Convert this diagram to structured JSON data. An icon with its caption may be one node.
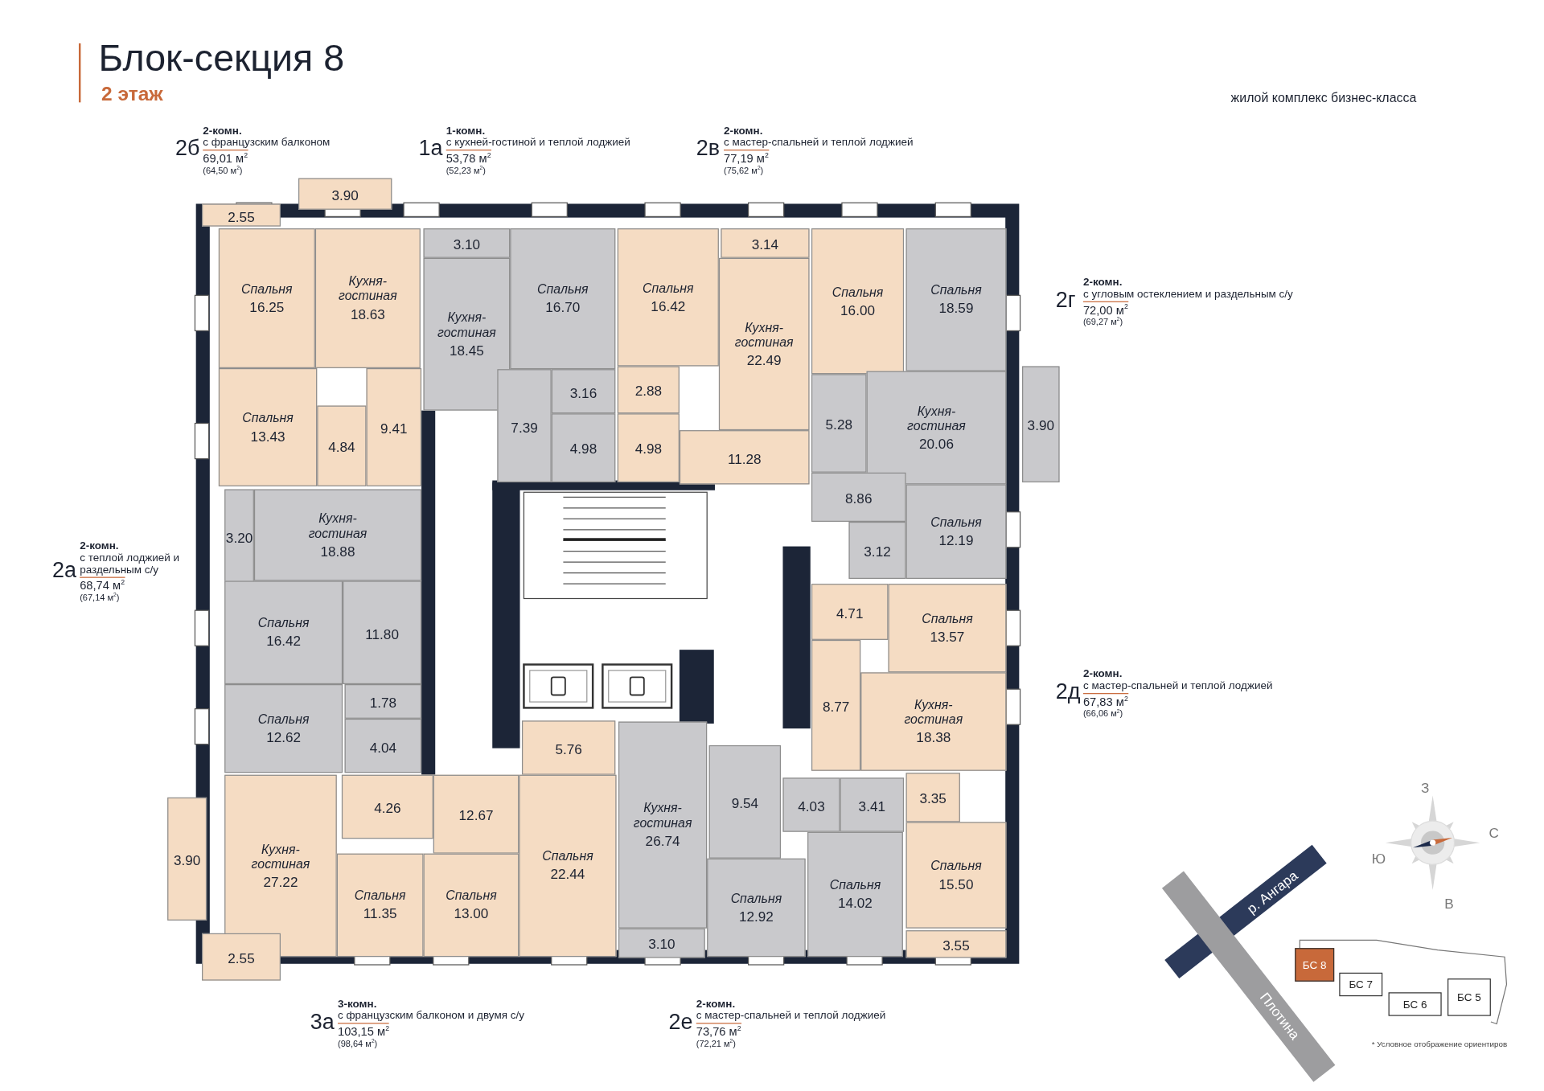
{
  "diagram": {
    "title": "Блок-секция 8",
    "nodes": [
      {
        "text": [
          "2.55"
        ]
      },
      {
        "text": [
          "3.90"
        ]
      },
      {
        "text": [
          "Спальня",
          "16.25"
        ]
      },
      {
        "text": [
          "Кухня-гостиная",
          "18.63"
        ]
      },
      {
        "text": [
          "Спальня",
          "13.43"
        ]
      },
      {
        "text": [
          "4.84"
        ]
      },
      {
        "text": [
          "9.41"
        ]
      },
      {
        "text": [
          "3.10"
        ]
      },
      {
        "text": [
          "Кухня-гостиная",
          "18.45"
        ]
      },
      {
        "text": [
          "Спальня",
          "16.70"
        ]
      },
      {
        "text": [
          "7.39"
        ]
      },
      {
        "text": [
          "3.16"
        ]
      },
      {
        "text": [
          "4.98"
        ]
      },
      {
        "text": [
          "Спальня",
          "16.42"
        ]
      },
      {
        "text": [
          "3.14"
        ]
      },
      {
        "text": [
          "Кухня-гостиная",
          "22.49"
        ]
      },
      {
        "text": [
          "2.88"
        ]
      },
      {
        "text": [
          "4.98"
        ]
      },
      {
        "text": [
          "11.28"
        ]
      },
      {
        "text": [
          "Спальня",
          "16.00"
        ]
      },
      {
        "text": [
          "Спальня",
          "18.59"
        ]
      },
      {
        "text": [
          "5.28"
        ]
      },
      {
        "text": [
          "Кухня-гостиная",
          "20.06"
        ]
      },
      {
        "text": [
          "3.90"
        ]
      },
      {
        "text": [
          "8.86"
        ]
      },
      {
        "text": [
          "3.12"
        ]
      },
      {
        "text": [
          "Спальня",
          "12.19"
        ]
      },
      {
        "text": [
          "3.20"
        ]
      },
      {
        "text": [
          "Кухня-гостиная",
          "18.88"
        ]
      },
      {
        "text": [
          "Спальня",
          "16.42"
        ]
      },
      {
        "text": [
          "11.80"
        ]
      },
      {
        "text": [
          "Спальня",
          "12.62"
        ]
      },
      {
        "text": [
          "1.78"
        ]
      },
      {
        "text": [
          "4.04"
        ]
      },
      {
        "text": [
          "4.71"
        ]
      },
      {
        "text": [
          "Спальня",
          "13.57"
        ]
      },
      {
        "text": [
          "8.77"
        ]
      },
      {
        "text": [
          "Кухня-гостиная",
          "18.38"
        ]
      },
      {
        "text": [
          "5.76"
        ]
      },
      {
        "text": [
          "Кухня-гостиная",
          "26.74"
        ]
      },
      {
        "text": [
          "9.54"
        ]
      },
      {
        "text": [
          "4.03"
        ]
      },
      {
        "text": [
          "3.41"
        ]
      },
      {
        "text": [
          "3.35"
        ]
      },
      {
        "text": [
          "3.90"
        ]
      },
      {
        "text": [
          "Кухня-гостиная",
          "27.22"
        ]
      },
      {
        "text": [
          "4.26"
        ]
      },
      {
        "text": [
          "12.67"
        ]
      },
      {
        "text": [
          "Спальня",
          "22.44"
        ]
      },
      {
        "text": [
          "Спальня",
          "11.35"
        ]
      },
      {
        "text": [
          "Спальня",
          "13.00"
        ]
      },
      {
        "text": [
          "Спальня",
          "12.92"
        ]
      },
      {
        "text": [
          "Спальня",
          "14.02"
        ]
      },
      {
        "text": [
          "Спальня",
          "15.50"
        ]
      },
      {
        "text": [
          "3.10"
        ]
      },
      {
        "text": [
          "3.55"
        ]
      },
      {
        "text": [
          "2.55"
        ]
      },
      {
        "text": [
          "БС 8"
        ]
      },
      {
        "text": [
          "БС 7"
        ]
      },
      {
        "text": [
          "БС 6"
        ]
      },
      {
        "text": [
          "БС 5"
        ]
      }
    ],
    "labels": [
      "2 этаж",
      "жилой комплекс бизнес-класса",
      "2б",
      "2-комн.",
      "с французским балконом",
      "69,01 м$^{2}$",
      "(64,50 м$^{2}$)",
      "1а",
      "1-комн.",
      "с кухней-гостиной и теплой лоджией",
      "53,78 м$^{2}$",
      "(52,23 м$^{2}$)",
      "2в",
      "2-комн.",
      "с мастер-спальней и теплой лоджией",
      "77,19 м$^{2}$",
      "(75,62 м$^{2}$)",
      "2г",
      "2-комн.",
      "с угловым остеклением и раздельным с/у",
      "72,00 м$^{2}$",
      "(69,27 м$^{2}$)",
      "2а",
      "2-комн.",
      "с теплой лоджией и раздельным с/у",
      "68,74 м$^{2}$",
      "(67,14 м$^{2}$)",
      "2д",
      "2-комн.",
      "с мастер-спальней и теплой лоджией",
      "67,83 м$^{2}$",
      "(66,06 м$^{2}$)",
      "3а",
      "3-комн.",
      "с французским балконом и двумя с/у",
      "103,15 м$^{2}$",
      "(98,64 м$^{2}$)",
      "2е",
      "2-комн.",
      "с мастер-спальней и теплой лоджией",
      "73,76 м$^{2}$",
      "(72,21 м$^{2}$)",
      "З",
      "С",
      "Ю",
      "В",
      "р. Ангара",
      "Плотина",
      "* Условное отображение ориентиров"
    ]
  }
}
